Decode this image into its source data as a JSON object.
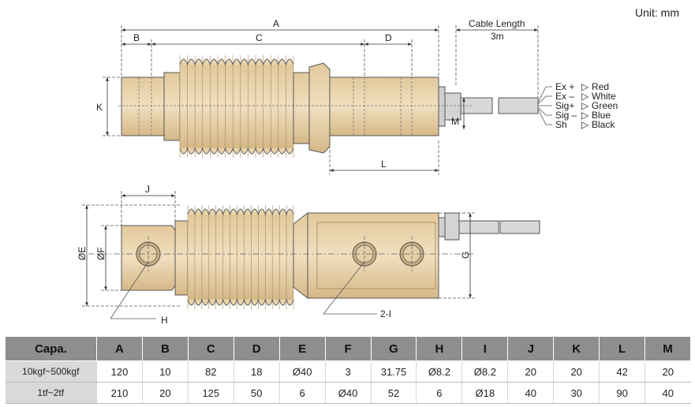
{
  "unit_label": "Unit: mm",
  "drawing": {
    "dims": {
      "A": "A",
      "B": "B",
      "C": "C",
      "D": "D",
      "K": "K",
      "L": "L",
      "M": "M",
      "J": "J",
      "OE": "ØE",
      "OF": "ØF",
      "G": "G",
      "H": "H",
      "I": "2-I"
    },
    "cable_length_label": "Cable Length",
    "cable_length_value": "3m",
    "wires": [
      {
        "signal": "Ex +",
        "color": "Red"
      },
      {
        "signal": "Ex –",
        "color": "White"
      },
      {
        "signal": "Sig+",
        "color": "Green"
      },
      {
        "signal": "Sig –",
        "color": "Blue"
      },
      {
        "signal": "Sh",
        "color": "Black"
      }
    ]
  },
  "table": {
    "headers": [
      "Capa.",
      "A",
      "B",
      "C",
      "D",
      "E",
      "F",
      "G",
      "H",
      "I",
      "J",
      "K",
      "L",
      "M"
    ],
    "rows": [
      [
        "10kgf~500kgf",
        "120",
        "10",
        "82",
        "18",
        "Ø40",
        "3",
        "31.75",
        "Ø8.2",
        "Ø8.2",
        "20",
        "20",
        "42",
        "20"
      ],
      [
        "1tf~2tf",
        "210",
        "20",
        "125",
        "50",
        "6",
        "Ø40",
        "52",
        "6",
        "Ø18",
        "40",
        "30",
        "90",
        "40"
      ]
    ]
  }
}
